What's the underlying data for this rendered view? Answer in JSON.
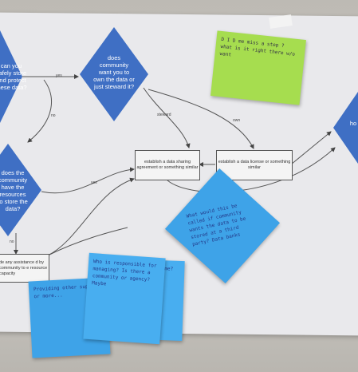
{
  "diamonds": {
    "store": "can you safely store and protect these data?",
    "community": "does community want you to own the data or just steward it?",
    "resources": "does the community have the resources to store the data?",
    "right": "ho"
  },
  "boxes": {
    "sharing": "establish a data sharing agreement or something similar",
    "license": "establish a data license or something similar",
    "assist": "de any assistance d by community to e resource capacity"
  },
  "edges": {
    "yes1": "yes",
    "no1": "no",
    "steward": "steward",
    "own": "own",
    "yes2": "yes",
    "no2": "no"
  },
  "notes": {
    "green": "D I D  me  miss  a step ?\nwhat  is  it  right  there  w/o  want",
    "blue_diamond": "What would this be called if community wants the data to be stored at a third party? Data banks",
    "blue_front": "Providing other support or more...",
    "blue_mid": "Who is responsible for managing? Is there a community or agency? Maybe",
    "blue_back": "Time frame?"
  }
}
